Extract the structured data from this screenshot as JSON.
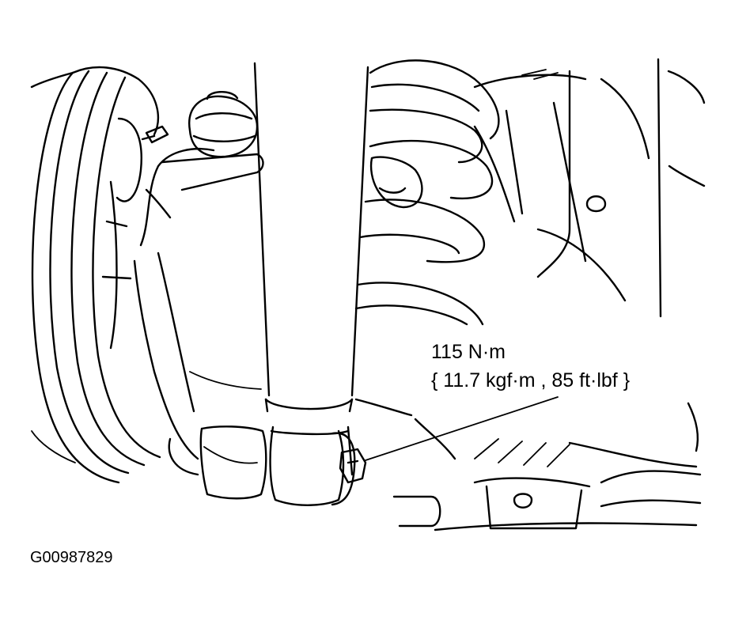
{
  "annotations": {
    "torque_value": "115 N·m",
    "torque_conversion": "{ 11.7 kgf·m , 85 ft·lbf }"
  },
  "figure_id": "G00987829",
  "colors": {
    "line": "#000000",
    "background": "#ffffff"
  }
}
